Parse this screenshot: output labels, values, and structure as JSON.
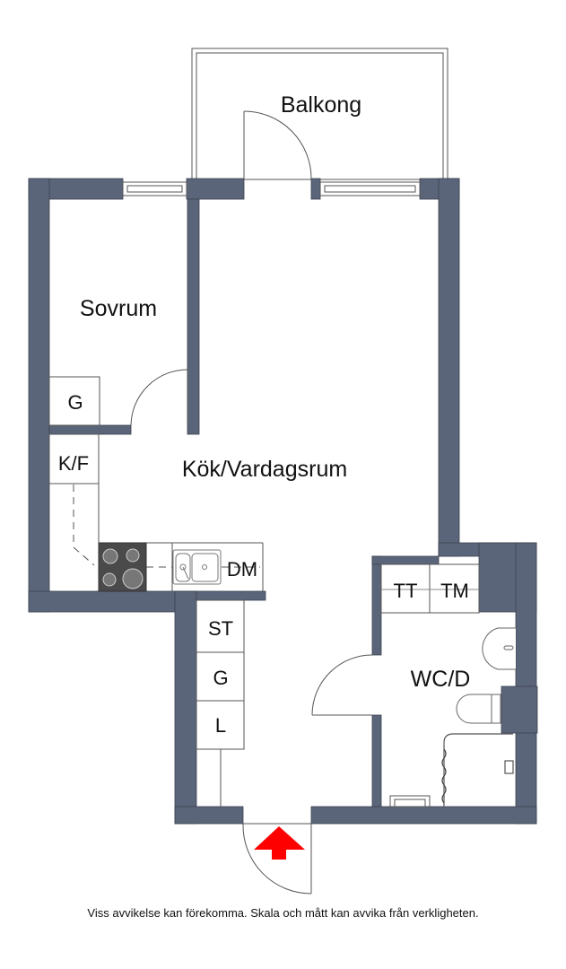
{
  "floorplan": {
    "wall_color": "#5b6579",
    "accent_color": "#ff0000",
    "rooms": {
      "balcony": "Balkong",
      "bedroom": "Sovrum",
      "kitchen_living": "Kök/Vardagsrum",
      "bathroom": "WC/D"
    },
    "fixtures": {
      "bedroom_wardrobe": "G",
      "fridge_freezer": "K/F",
      "dishwasher": "DM",
      "cleaning_closet": "ST",
      "hall_wardrobe": "G",
      "linen_closet": "L",
      "dryer": "TT",
      "washing_machine": "TM"
    },
    "entrance_marker": "entrance-arrow"
  },
  "disclaimer": "Viss avvikelse kan förekomma. Skala och mått kan avvika från verkligheten."
}
